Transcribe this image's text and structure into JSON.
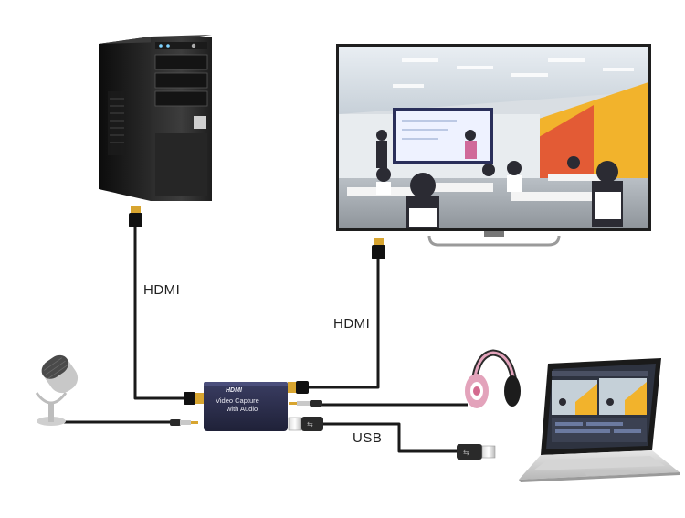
{
  "labels": {
    "hdmi_pc": "HDMI",
    "hdmi_tv": "HDMI",
    "usb": "USB"
  },
  "capture_device": {
    "logo": "HDMI",
    "line1": "Video  Capture",
    "line2": "with Audio"
  },
  "colors": {
    "cable": "#1a1a1a",
    "device_body": "#2b2d4a",
    "connector_gold": "#d8a530",
    "headphone_pink": "#e3a3bb",
    "tv_bezel": "#1e1e1e",
    "wall_yellow": "#f2b32c"
  },
  "icons": [
    "pc-tower-icon",
    "tv-icon",
    "microphone-icon",
    "headphones-icon",
    "laptop-icon",
    "capture-device-icon"
  ]
}
